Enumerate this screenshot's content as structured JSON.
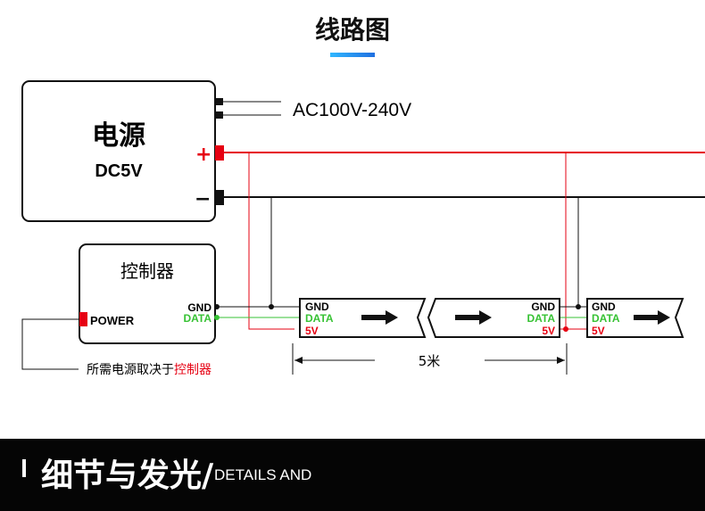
{
  "header": {
    "title": "线路图"
  },
  "power_supply": {
    "name": "电源",
    "voltage": "DC5V",
    "plus": "+",
    "minus": "−",
    "input": "AC100V-240V"
  },
  "controller": {
    "name": "控制器",
    "power": "POWER",
    "gnd": "GND",
    "data": "DATA"
  },
  "strip": {
    "gnd": "GND",
    "data": "DATA",
    "v5": "5V"
  },
  "dimension": {
    "length": "5米"
  },
  "note": {
    "text": "所需电源取决于",
    "highlight": "控制器"
  },
  "footer": {
    "title": "细节与发光/",
    "subtitle": "DETAILS AND"
  },
  "colors": {
    "red": "#e60012",
    "green": "#37c234",
    "accent": "#1f7fe8",
    "dark": "#050505"
  }
}
